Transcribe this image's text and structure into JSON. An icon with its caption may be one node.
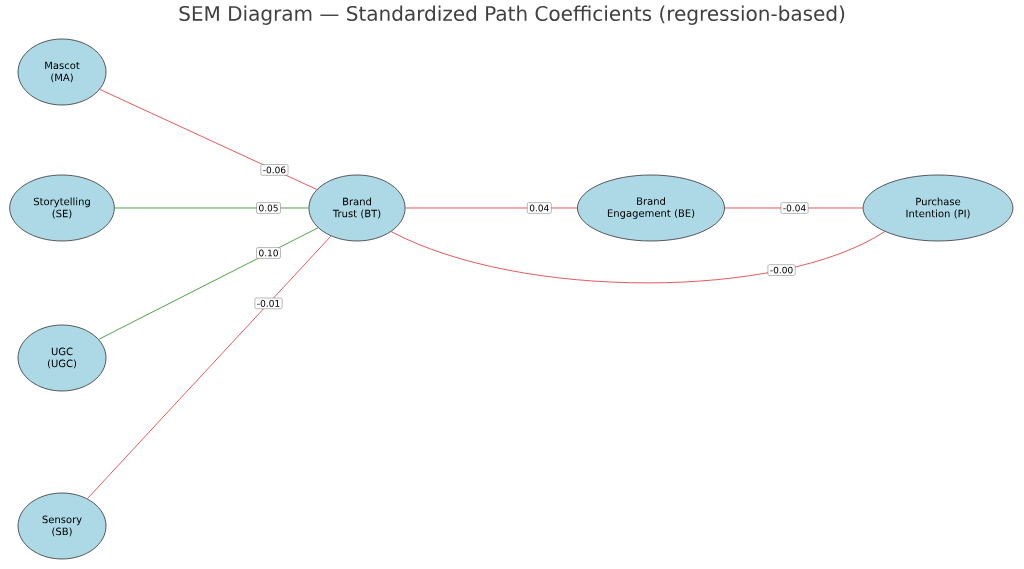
{
  "diagram": {
    "title": "SEM Diagram — Standardized Path Coefficients (regression-based)",
    "nodes": [
      {
        "text": [
          "Mascot (MA)"
        ]
      },
      {
        "text": [
          "Storytelling (SE)"
        ]
      },
      {
        "text": [
          "UGC (UGC)"
        ]
      },
      {
        "text": [
          "Sensory (SB)"
        ]
      },
      {
        "text": [
          "Brand Trust (BT)"
        ]
      },
      {
        "text": [
          "Brand Engagement (BE)"
        ]
      },
      {
        "text": [
          "Purchase Intention (PI)"
        ]
      }
    ],
    "edges": [
      {
        "from": 0,
        "to": 4,
        "arrow": "none",
        "label": "-0.06"
      },
      {
        "from": 1,
        "to": 4,
        "arrow": "none",
        "label": "0.05",
        "color": "#3a9a3a"
      },
      {
        "from": 2,
        "to": 4,
        "arrow": "none",
        "label": "0.10",
        "color": "#3a9a3a"
      },
      {
        "from": 3,
        "to": 4,
        "arrow": "none",
        "label": "-0.01"
      },
      {
        "from": 4,
        "to": 5,
        "arrow": "none",
        "label": "0.04"
      },
      {
        "from": 4,
        "to": 6,
        "arrow": "none",
        "label": "-0.00"
      },
      {
        "from": 5,
        "to": 6,
        "arrow": "none",
        "label": "-0.04"
      }
    ]
  }
}
